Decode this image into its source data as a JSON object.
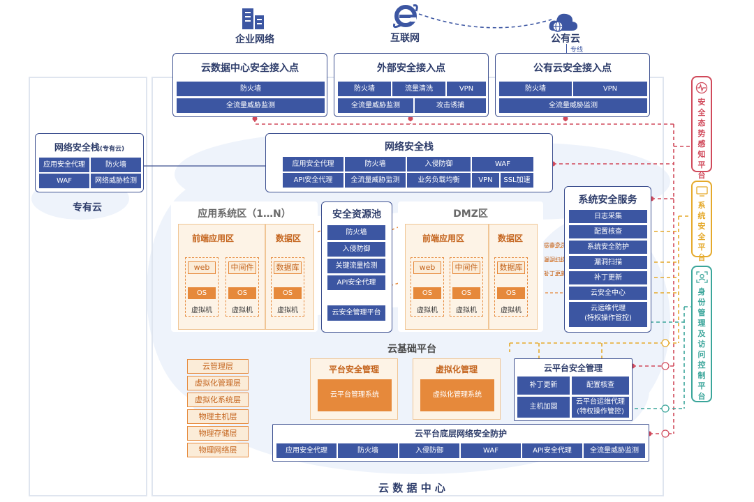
{
  "top": {
    "enterprise_label": "企业网络",
    "internet_label": "互联网",
    "public_cloud_label": "公有云",
    "dedicated_line": "专线"
  },
  "access_points": [
    {
      "title": "云数据中心安全接入点",
      "row1": [
        "防火墙"
      ],
      "row2": [
        "全流量威胁监测"
      ]
    },
    {
      "title": "外部安全接入点",
      "row1": [
        "防火墙",
        "流量清洗",
        "VPN"
      ],
      "row2": [
        "全流量威胁监测",
        "攻击诱捕"
      ]
    },
    {
      "title": "公有云安全接入点",
      "row1": [
        "防火墙",
        "VPN"
      ],
      "row2": [
        "全流量威胁监测"
      ]
    }
  ],
  "private_cloud": {
    "title": "网络安全栈",
    "title_suffix": "(专有云)",
    "cells": [
      "应用安全代理",
      "防火墙",
      "WAF",
      "网络威胁检测"
    ],
    "label": "专有云"
  },
  "network_stack": {
    "title": "网络安全栈",
    "row1": [
      "应用安全代理",
      "防火墙",
      "入侵防御",
      "WAF"
    ],
    "row2": [
      "API安全代理",
      "全流量威胁监测",
      "业务负载均衡",
      "VPN",
      "SSL加速"
    ]
  },
  "app_zone": {
    "title": "应用系统区（1…N）",
    "frontend": "前端应用区",
    "data": "数据区",
    "vms": [
      {
        "top": "web",
        "os": "OS",
        "label": "虚拟机"
      },
      {
        "top": "中间件",
        "os": "OS",
        "label": "虚拟机"
      },
      {
        "top": "数据库",
        "os": "OS",
        "label": "虚拟机"
      }
    ]
  },
  "resource_pool": {
    "title": "安全资源池",
    "items": [
      "防火墙",
      "入侵防御",
      "关键流量检测",
      "API安全代理"
    ],
    "mgmt": "云安全管理平台"
  },
  "dmz": {
    "title": "DMZ区",
    "frontend": "前端应用区",
    "data": "数据区",
    "vms": [
      {
        "top": "web",
        "os": "OS",
        "label": "虚拟机"
      },
      {
        "top": "中间件",
        "os": "OS",
        "label": "虚拟机"
      },
      {
        "top": "数据库",
        "os": "OS",
        "label": "虚拟机"
      }
    ],
    "side_labels": [
      "病毒查杀",
      "漏洞扫描",
      "补丁更新"
    ]
  },
  "sys_service": {
    "title": "系统安全服务",
    "items": [
      "日志采集",
      "配置核查",
      "系统安全防护",
      "漏洞扫描",
      "补丁更新",
      "云安全中心"
    ],
    "last_line1": "云运维代理",
    "last_line2": "(特权操作管控)"
  },
  "cloud_platform": {
    "title": "云基础平台",
    "layers": [
      "云管理层",
      "虚拟化管理层",
      "虚拟化系统层",
      "物理主机层",
      "物理存储层",
      "物理网络层"
    ],
    "platform_mgmt_title": "平台安全管理",
    "platform_mgmt_item": "云平台管理系统",
    "virt_mgmt_title": "虚拟化管理",
    "virt_mgmt_item": "虚拟化管理系统",
    "cps_title": "云平台安全管理",
    "cps_items": [
      "补丁更新",
      "配置核查",
      "主机加固"
    ],
    "cps_last1": "云平台运维代理",
    "cps_last2": "(特权操作管控)"
  },
  "bottom_net": {
    "title": "云平台底层网络安全防护",
    "items": [
      "应用安全代理",
      "防火墙",
      "入侵防御",
      "WAF",
      "API安全代理",
      "全流量威胁监测"
    ]
  },
  "datacenter_label": "云 数 据 中 心",
  "sidebars": {
    "situation": "安全态势感知平台",
    "system": "系统安全平台",
    "identity": "身份管理及访问控制平台"
  },
  "colors": {
    "navy": "#3c56a2",
    "orange": "#e6893b",
    "red": "#d0495a",
    "yellow": "#e5a92a",
    "teal": "#3aa59a"
  }
}
